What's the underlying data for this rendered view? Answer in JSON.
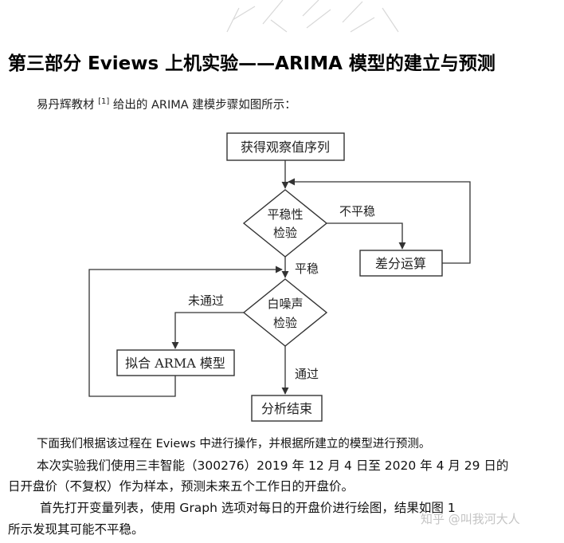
{
  "heading": "第三部分  Eviews 上机实验——ARIMA 模型的建立与预测",
  "intro": {
    "before": "易丹辉教材",
    "ref": "[1]",
    "after": "给出的 ARIMA 建模步骤如图所示："
  },
  "flowchart": {
    "obtain": "获得观察值序列",
    "stationarity_line1": "平稳性",
    "stationarity_line2": "检验",
    "nonstationary": "不平稳",
    "differencing": "差分运算",
    "stationary": "平稳",
    "whitenoise_line1": "白噪声",
    "whitenoise_line2": "检验",
    "not_passed": "未通过",
    "fit_model": "拟合 ARMA 模型",
    "passed": "通过",
    "end": "分析结束"
  },
  "paragraphs": {
    "p1": "下面我们根据该过程在 Eviews 中进行操作，并根据所建立的模型进行预测。",
    "p2_line1": "本次实验我们使用三丰智能（300276）2019 年 12 月 4 日至 2020 年 4 月 29 日的",
    "p2_line2": "日开盘价（不复权）作为样本，预测未来五个工作日的开盘价。",
    "p3_line1": "首先打开变量列表，使用 Graph 选项对每日的开盘价进行绘图，结果如图 1",
    "p3_line2": "所示发现其可能不平稳。"
  },
  "watermark": "知乎 @叫我河大人"
}
